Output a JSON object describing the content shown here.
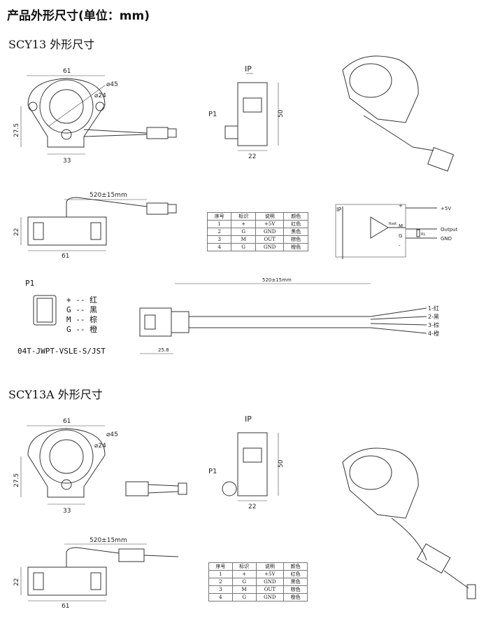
{
  "title": "产品外形尺寸(单位：mm)",
  "sections": [
    {
      "heading": "SCY13 外形尺寸",
      "dims": {
        "width": "61",
        "outer_dia": "⌀45",
        "inner_dia": "⌀24",
        "height": "27.5",
        "base": "33",
        "cable": "520±15mm",
        "side_w": "22",
        "side_h": "50",
        "bottom_h": "22",
        "bottom_w": "61"
      }
    },
    {
      "heading": "SCY13A 外形尺寸",
      "dims": {
        "width": "61",
        "outer_dia": "⌀45",
        "inner_dia": "⌀24",
        "height": "27.5",
        "base": "33",
        "cable": "520±15mm",
        "side_w": "22",
        "side_h": "50",
        "bottom_h": "22",
        "bottom_w": "61"
      }
    }
  ],
  "labels": {
    "ip": "IP",
    "p1": "P1"
  },
  "pin_table": {
    "headers": [
      "序号",
      "标识",
      "说明",
      "颜色"
    ],
    "rows": [
      [
        "1",
        "+",
        "+5V",
        "红色"
      ],
      [
        "2",
        "G",
        "GND",
        "黑色"
      ],
      [
        "3",
        "M",
        "OUT",
        "棕色"
      ],
      [
        "4",
        "G",
        "GND",
        "橙色"
      ]
    ]
  },
  "circuit": {
    "ip": "IP",
    "plus": "+",
    "m": "M",
    "g": "G",
    "minus": "-",
    "rset": "Rset",
    "rl": "RL",
    "v5": "+5V",
    "output": "Output",
    "gnd": "GND"
  },
  "connector": {
    "title": "P1",
    "pins": [
      "+ -- 红",
      "G -- 黑",
      "M -- 棕",
      "G -- 橙"
    ],
    "part": "04T-JWPT-VSLE-S/JST"
  },
  "cable": {
    "length": "520±15mm",
    "plug": "25.8",
    "wires": [
      "1-红",
      "2-黑",
      "3-棕",
      "4-橙"
    ]
  }
}
